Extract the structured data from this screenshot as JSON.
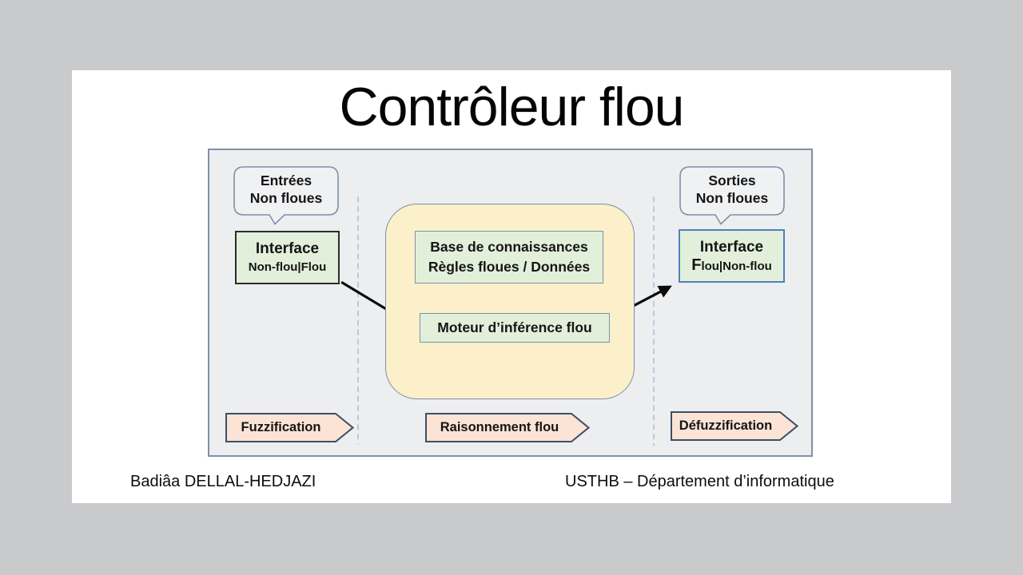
{
  "slide": {
    "title": "Contrôleur flou",
    "footer": {
      "author": "Badiâa DELLAL-HEDJAZI",
      "institution": "USTHB – Département d’informatique"
    }
  },
  "diagram": {
    "entrees_bubble": {
      "line1": "Entrées",
      "line2": "Non floues"
    },
    "sorties_bubble": {
      "line1": "Sorties",
      "line2": "Non floues"
    },
    "interface_in": {
      "title": "Interface",
      "subtitle": "Non-flou|Flou"
    },
    "interface_out": {
      "title": "Interface",
      "subtitle_initial": "F",
      "subtitle_rest": "lou|Non-flou"
    },
    "base_connaissances": {
      "line1": "Base de connaissances",
      "line2": "Règles floues / Données"
    },
    "moteur": {
      "label": "Moteur d’inférence flou"
    },
    "steps": {
      "fuzzification": "Fuzzification",
      "raisonnement": "Raisonnement flou",
      "defuzzification": "Défuzzification"
    },
    "colors": {
      "page_gray": "#c9cacc",
      "container_gray": "#edeef0",
      "border_blue_gray": "#7e90a8",
      "box_green": "#e2efda",
      "panel_yellow": "#fbf0ca",
      "step_pink": "#fbe3d6",
      "interface_out_border": "#4f81bd"
    }
  }
}
